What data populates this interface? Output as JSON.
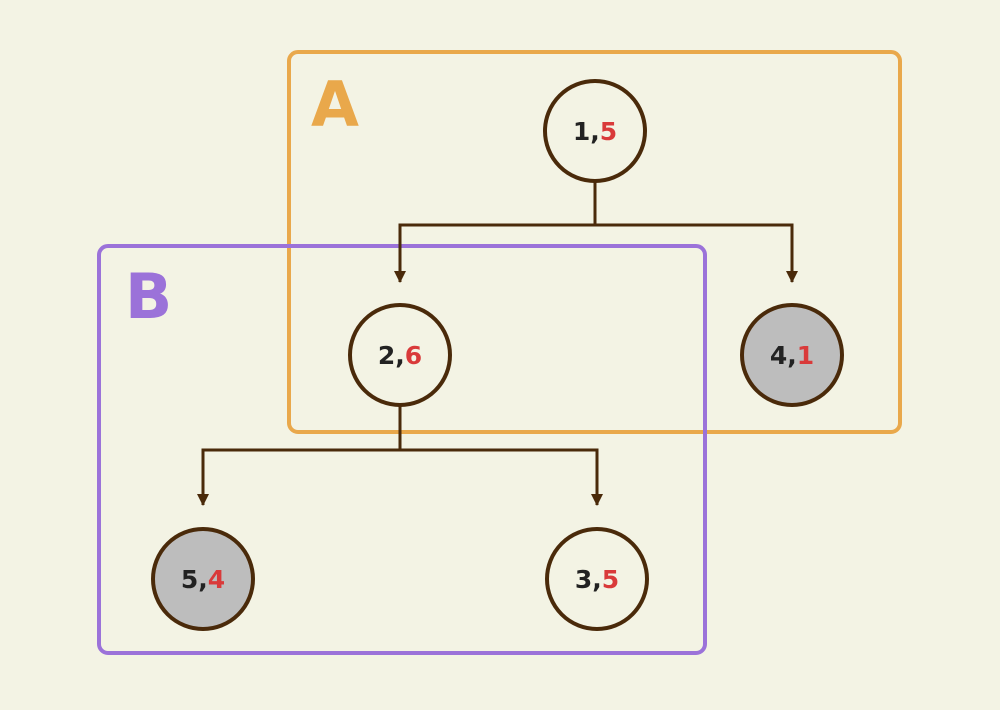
{
  "colors": {
    "background": "#f3f3e4",
    "group_a": "#e9a84b",
    "group_b": "#9b72d9",
    "edge": "#4a2a0a",
    "node_fill": "#f3f3e4",
    "node_fill_shaded": "#bdbdbd",
    "node_stroke": "#4a2a0a",
    "node_first": "#222222",
    "node_second": "#d93a3a"
  },
  "groups": [
    {
      "id": "A",
      "label": "A"
    },
    {
      "id": "B",
      "label": "B"
    }
  ],
  "nodes": [
    {
      "id": "n1",
      "first": "1",
      "sep": ",",
      "second": "5",
      "shaded": false
    },
    {
      "id": "n2",
      "first": "2",
      "sep": ",",
      "second": "6",
      "shaded": false
    },
    {
      "id": "n4",
      "first": "4",
      "sep": ",",
      "second": "1",
      "shaded": true
    },
    {
      "id": "n5",
      "first": "5",
      "sep": ",",
      "second": "4",
      "shaded": true
    },
    {
      "id": "n3",
      "first": "3",
      "sep": ",",
      "second": "5",
      "shaded": false
    }
  ],
  "edges": [
    {
      "from": "n1",
      "to": "n2"
    },
    {
      "from": "n1",
      "to": "n4"
    },
    {
      "from": "n2",
      "to": "n5"
    },
    {
      "from": "n2",
      "to": "n3"
    }
  ]
}
